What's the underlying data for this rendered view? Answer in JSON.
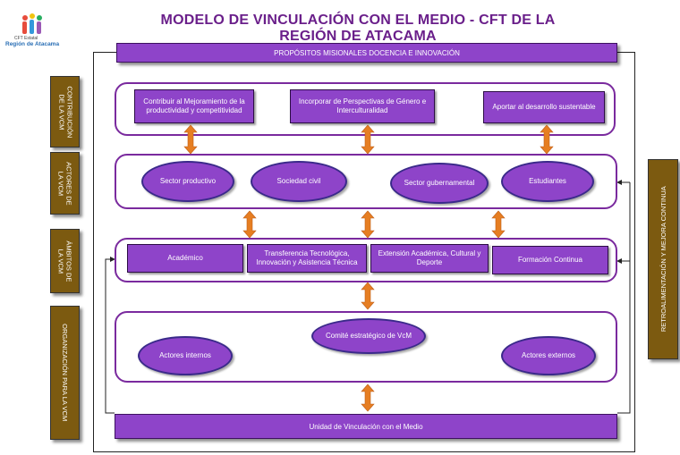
{
  "title": "MODELO DE VINCULACIÓN CON EL MEDIO - CFT DE LA REGIÓN DE ATACAMA",
  "logo": {
    "line1": "CFT Estatal",
    "line2": "Región de Atacama"
  },
  "top_bar": "PROPÓSITOS MISIONALES DOCENCIA E INNOVACIÓN",
  "bottom_bar": "Unidad de Vinculación con el Medio",
  "side_labels": {
    "contribucion": "CONTRIBUCIÓN\nDE LA VCM",
    "actores": "ACTORES DE\nLA VCM",
    "ambitos": "ÁMBITOS DE\nLA VCM",
    "organizacion": "ORGANIZACIÓN PARA LA VCM",
    "retro": "RETROALIMENTACIÓN Y MEJORA CONTINUA"
  },
  "contribucion": [
    "Contribuir al Mejoramiento de  la productividad y competitividad",
    "Incorporar de  Perspectivas de Género e Interculturalidad",
    "Aportar al desarrollo sustentable"
  ],
  "actores": [
    "Sector productivo",
    "Sociedad civil",
    "Sector gubernamental",
    "Estudiantes"
  ],
  "ambitos": [
    "Académico",
    "Transferencia Tecnológica, Innovación y Asistencia Técnica",
    "Extensión Académica, Cultural y Deporte",
    "Formación Continua"
  ],
  "organizacion": {
    "comite": "Comité estratégico de VcM",
    "internos": "Actores internos",
    "externos": "Actores externos"
  },
  "colors": {
    "purple": "#8e44c9",
    "title": "#6a1f8a",
    "side": "#7c5a10",
    "arrow": "#e67e22"
  }
}
